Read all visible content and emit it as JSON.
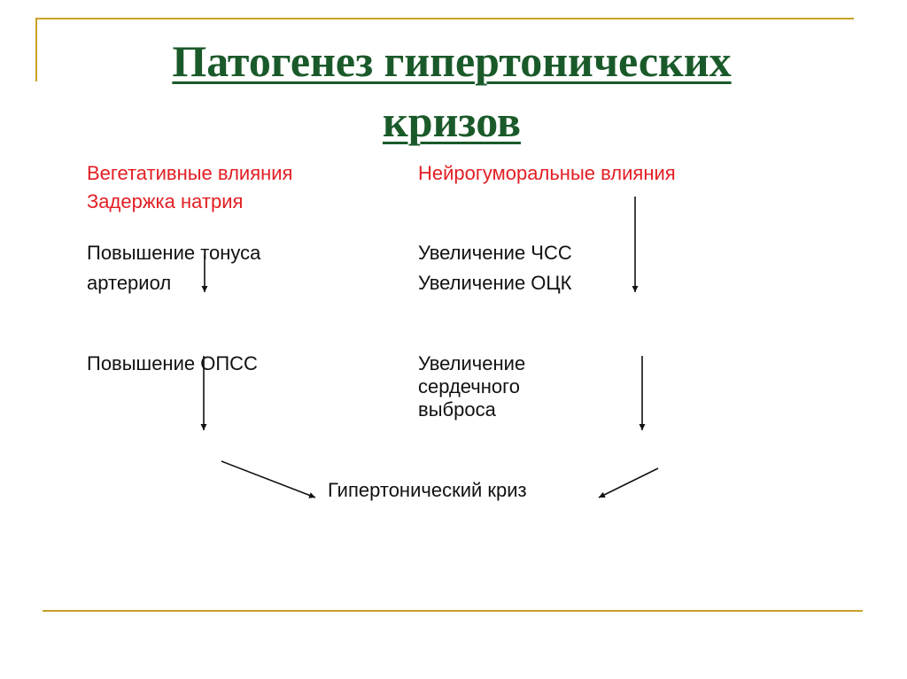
{
  "title": {
    "line1": "Патогенез гипертонических",
    "line2": "кризов"
  },
  "left_column": {
    "header1": "Вегетативные влияния",
    "header2": "Задержка натрия",
    "step1_line1": "Повышение тонуса",
    "step1_line2": "артериол",
    "step2": "Повышение ОПСС"
  },
  "right_column": {
    "header": "Нейрогуморальные влияния",
    "step1_line1": "Увеличение ЧСС",
    "step1_line2": "Увеличение ОЦК",
    "step2_line1": "Увеличение",
    "step2_line2": "сердечного",
    "step2_line3": "выброса"
  },
  "result": "Гипертонический криз",
  "colors": {
    "title": "#1a5a2a",
    "header": "#e31e24",
    "body_text": "#111111",
    "decor_line": "#c9a227"
  }
}
